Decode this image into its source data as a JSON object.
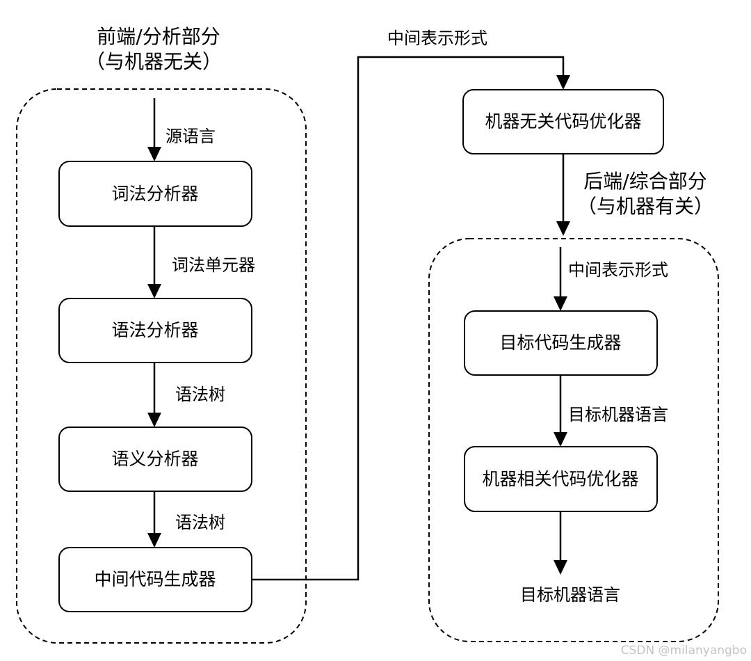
{
  "frontend": {
    "title_line1": "前端/分析部分",
    "title_line2": "（与机器无关）",
    "input_label": "源语言",
    "nodes": {
      "lexer": "词法分析器",
      "parser": "语法分析器",
      "semantic": "语义分析器",
      "ir_generator": "中间代码生成器"
    },
    "edge_labels": {
      "lexer_to_parser": "词法单元器",
      "parser_to_semantic": "语法树",
      "semantic_to_ir": "语法树"
    }
  },
  "bridge": {
    "label": "中间表示形式"
  },
  "optimizer": {
    "label": "机器无关代码优化器"
  },
  "backend": {
    "title_line1": "后端/综合部分",
    "title_line2": "（与机器有关）",
    "input_label": "中间表示形式",
    "nodes": {
      "codegen": "目标代码生成器",
      "machine_optimizer": "机器相关代码优化器"
    },
    "edge_labels": {
      "codegen_to_optimizer": "目标机器语言"
    },
    "output_label": "目标机器语言"
  },
  "watermark": "CSDN @milanyangbo"
}
